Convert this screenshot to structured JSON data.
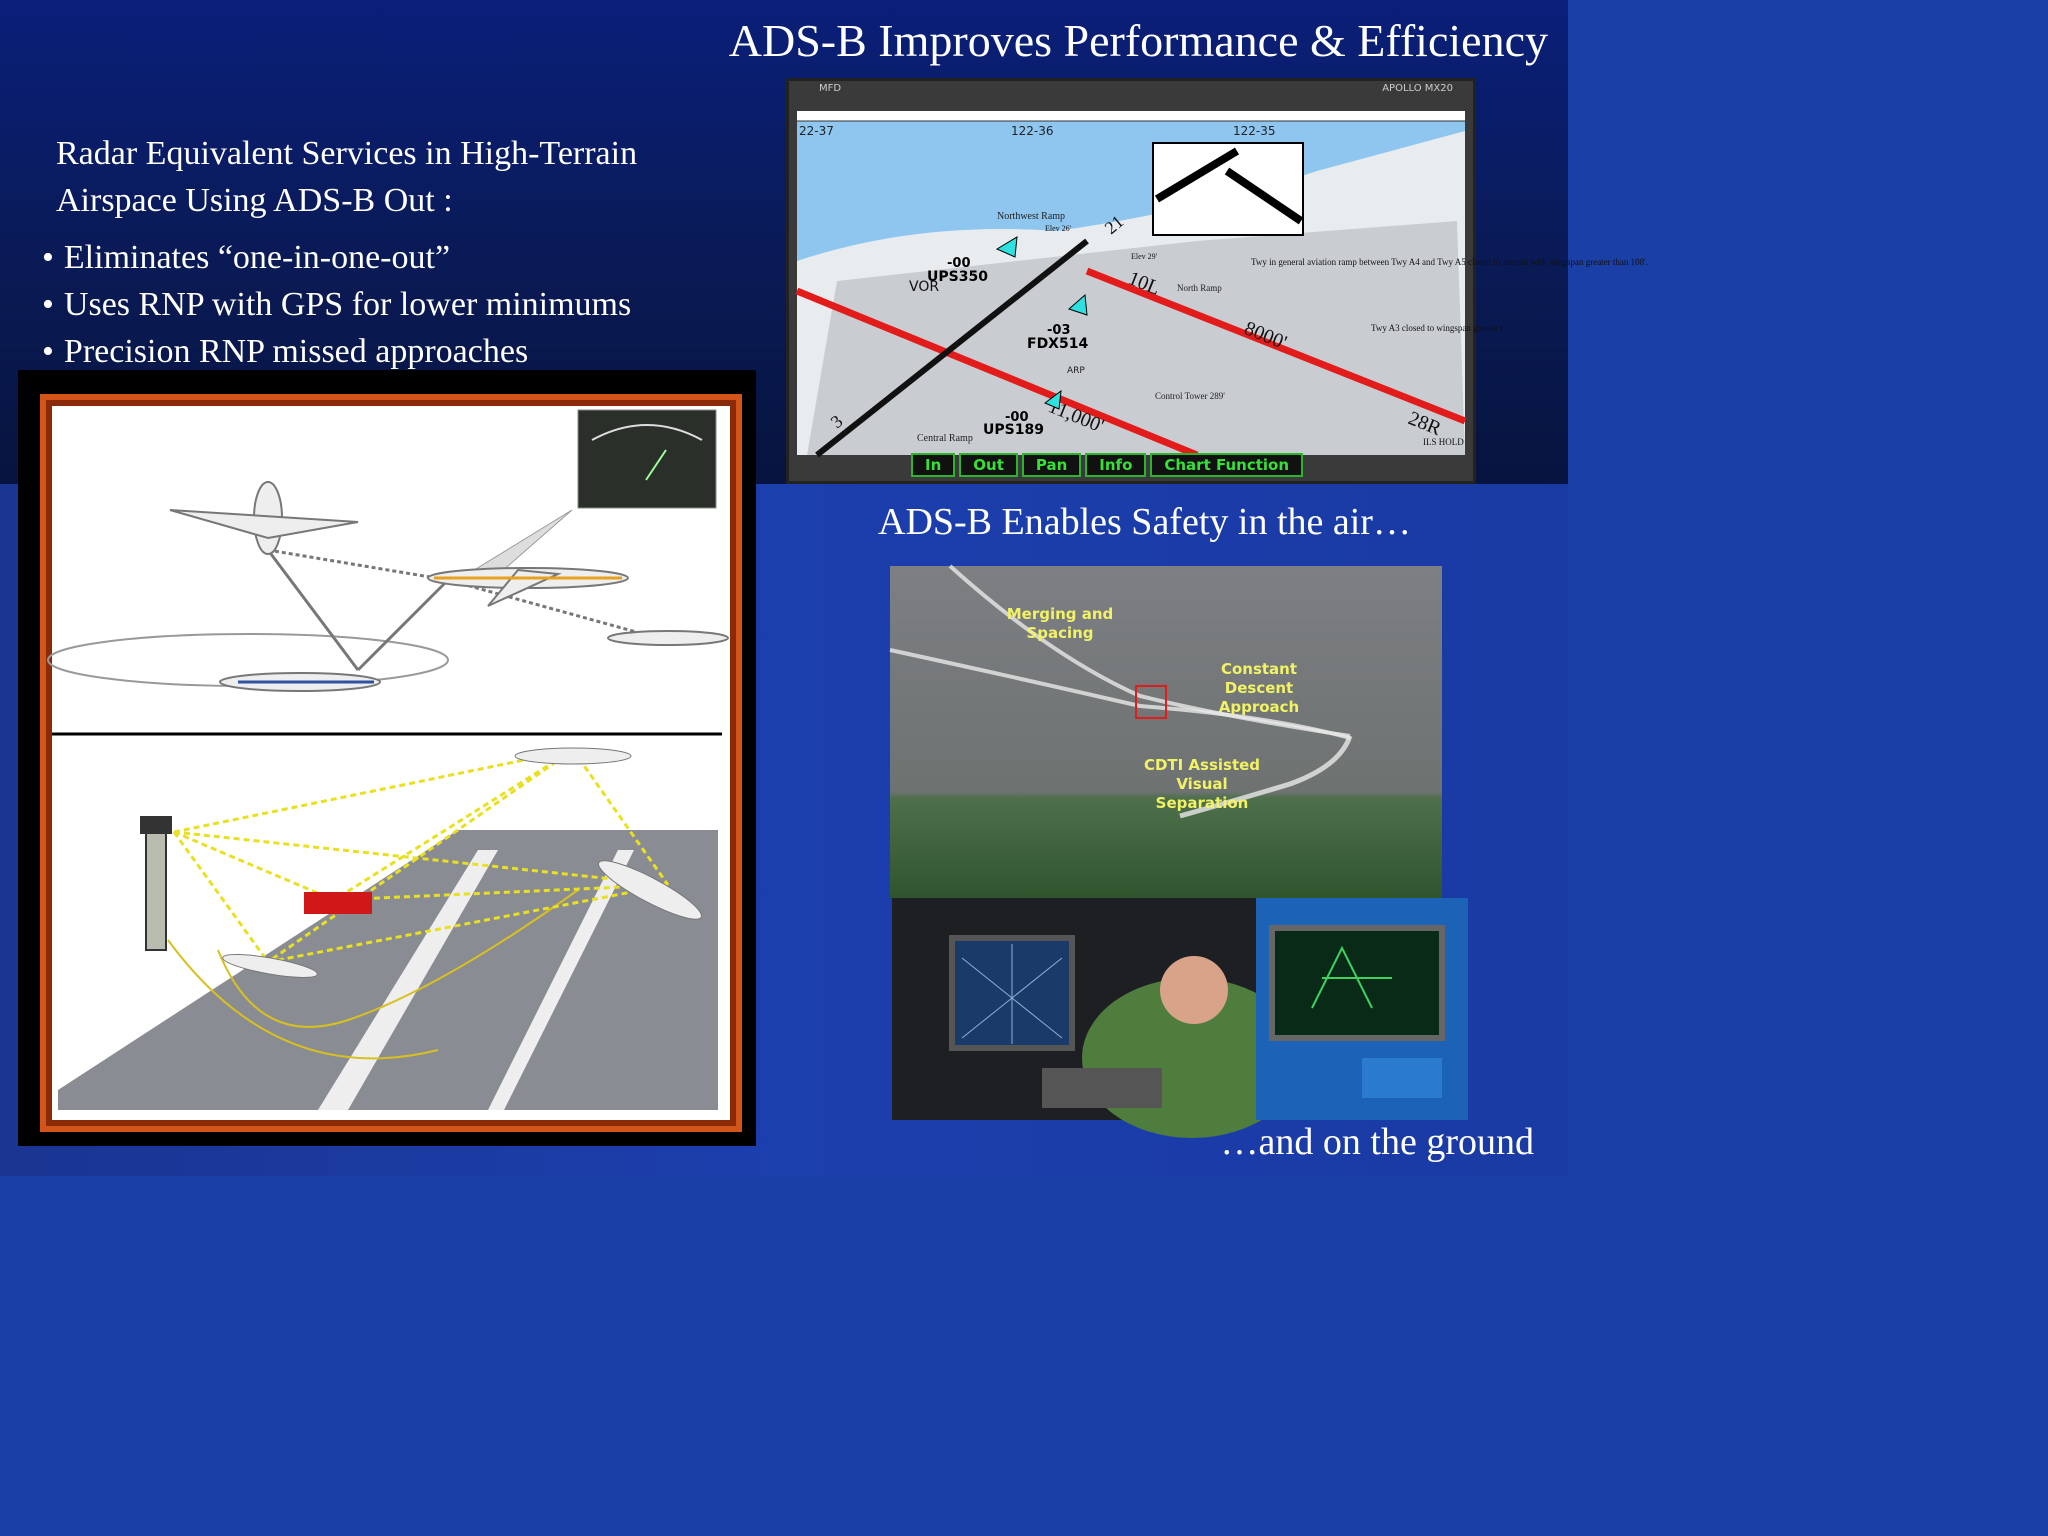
{
  "slide": {
    "title": "ADS-B Improves Performance & Efficiency",
    "subtitle_line1": "Radar Equivalent Services in High-Terrain",
    "subtitle_line2": "Airspace Using ADS-B Out :",
    "bullets": [
      "Eliminates “one-in-one-out”",
      "Uses RNP with GPS for lower minimums",
      "Precision RNP missed approaches"
    ],
    "safety_caption": "ADS-B Enables Safety in the air…",
    "ground_caption": "…and on the ground"
  },
  "mfd": {
    "label_left": "MFD",
    "label_right": "APOLLO MX20",
    "longitudes": [
      "22-37",
      "122-36",
      "122-35"
    ],
    "traffic": [
      {
        "alt": "-00",
        "callsign": "UPS350"
      },
      {
        "alt": "-03",
        "callsign": "FDX514"
      },
      {
        "alt": "-00",
        "callsign": "UPS189"
      }
    ],
    "map_labels": {
      "northwest_ramp": "Northwest Ramp",
      "north_ramp": "North Ramp",
      "control_tower": "Control Tower 289'",
      "central_ramp": "Central Ramp",
      "vor": "VOR",
      "arp": "ARP",
      "rwy_10l": "10L",
      "rwy_28r": "28R",
      "rwy_21": "21",
      "rwy_3": "3",
      "len_8000": "8000'",
      "len_11000": "11,000'",
      "note1": "Twy in general aviation ramp between Twy A4 and Twy A5 closed to aircraft with wingspan greater than 108'.",
      "note2": "Twy A3 closed to wingspan greater t",
      "ils_hold": "ILS HOLD",
      "elev": "Elev 26'",
      "elev2": "Elev 29'"
    },
    "softkeys": [
      "In",
      "Out",
      "Pan",
      "Info",
      "Chart Function"
    ]
  },
  "hud": {
    "merging": "Merging and Spacing",
    "cda": "Constant Descent Approach",
    "cdti": "CDTI Assisted Visual Separation"
  }
}
